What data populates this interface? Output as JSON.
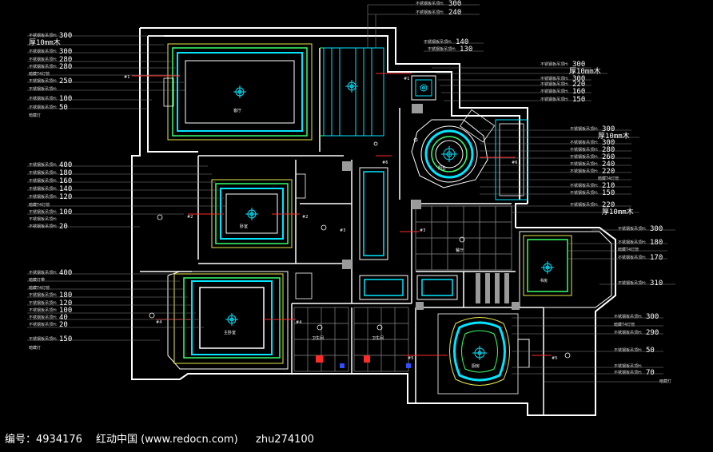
{
  "colors": {
    "background": "#000000",
    "wall": "#ffffff",
    "ceiling_cyan": "#00e5ff",
    "ceiling_green": "#39ff6a",
    "ceiling_yellow": "#e8e84a",
    "leader_red": "#ff2a2a",
    "grey_tile": "#9a9a9a",
    "leader_line": "#8a8a8a"
  },
  "icons": {
    "ceiling_lamp": "ornamental-ceiling-lamp-icon",
    "downlight": "downlight-marker-icon"
  },
  "left_top_group": [
    {
      "code": "不锈钢板吊顶H:",
      "value": "300"
    },
    {
      "code": "厚10mm木",
      "value": ""
    },
    {
      "code": "不锈钢板吊顶H:",
      "value": "300"
    },
    {
      "code": "不锈钢板吊顶H:",
      "value": "280"
    },
    {
      "code": "不锈钢板吊顶H:",
      "value": "280"
    },
    {
      "code": "暗藏T4灯管",
      "value": ""
    },
    {
      "code": "不锈钢板吊顶H:",
      "value": "250"
    },
    {
      "code": "不锈钢板吊顶H:",
      "value": ""
    },
    {
      "code": "不锈钢板吊顶H:",
      "value": "100"
    },
    {
      "code": "不锈钢板吊顶H:",
      "value": "50"
    },
    {
      "code": "暗藏灯",
      "value": ""
    }
  ],
  "left_mid_group": [
    {
      "code": "不锈钢板吊顶H:",
      "value": "400"
    },
    {
      "code": "不锈钢板吊顶H:",
      "value": "180"
    },
    {
      "code": "不锈钢板吊顶H:",
      "value": "160"
    },
    {
      "code": "不锈钢板吊顶H:",
      "value": "140"
    },
    {
      "code": "不锈钢板吊顶H:",
      "value": "120"
    },
    {
      "code": "暗藏T4灯管",
      "value": ""
    },
    {
      "code": "不锈钢板吊顶H:",
      "value": "100"
    },
    {
      "code": "不锈钢板吊顶H:",
      "value": ""
    },
    {
      "code": "不锈钢板吊顶H:",
      "value": "20"
    }
  ],
  "left_bottom_group": [
    {
      "code": "不锈钢板吊顶H:",
      "value": "400"
    },
    {
      "code": "暗藏灯带",
      "value": ""
    },
    {
      "code": "暗藏T4灯管",
      "value": ""
    },
    {
      "code": "不锈钢板吊顶H:",
      "value": "180"
    },
    {
      "code": "不锈钢板吊顶H:",
      "value": "120"
    },
    {
      "code": "不锈钢板吊顶H:",
      "value": "100"
    },
    {
      "code": "不锈钢板吊顶H:",
      "value": "40"
    },
    {
      "code": "不锈钢板吊顶H:",
      "value": "20"
    },
    {
      "code": "不锈钢板吊顶H:",
      "value": "150"
    },
    {
      "code": "暗藏灯",
      "value": ""
    }
  ],
  "top_center_group": [
    {
      "code": "不锈钢板吊顶H:",
      "value": "300"
    },
    {
      "code": "不锈钢板吊顶H:",
      "value": "240"
    }
  ],
  "top_mid_group": [
    {
      "code": "不锈钢板吊顶H:",
      "value": "140"
    },
    {
      "code": "不锈钢板吊顶H:",
      "value": "130"
    }
  ],
  "right_top_group": [
    {
      "code": "不锈钢板吊顶H:",
      "value": "300"
    },
    {
      "code": "厚10mm木",
      "value": ""
    },
    {
      "code": "不锈钢板吊顶H:",
      "value": "300"
    },
    {
      "code": "不锈钢板吊顶H:",
      "value": "220"
    },
    {
      "code": "不锈钢板吊顶H:",
      "value": "160"
    },
    {
      "code": "不锈钢板吊顶H:",
      "value": "150"
    }
  ],
  "right_mid_group": [
    {
      "code": "不锈钢板吊顶H:",
      "value": "300"
    },
    {
      "code": "厚10mm木",
      "value": ""
    },
    {
      "code": "不锈钢板吊顶H:",
      "value": "300"
    },
    {
      "code": "不锈钢板吊顶H:",
      "value": "280"
    },
    {
      "code": "不锈钢板吊顶H:",
      "value": "260"
    },
    {
      "code": "不锈钢板吊顶H:",
      "value": "240"
    },
    {
      "code": "不锈钢板吊顶H:",
      "value": "220"
    },
    {
      "code": "暗藏T4灯管",
      "value": ""
    },
    {
      "code": "不锈钢板吊顶H:",
      "value": "210"
    },
    {
      "code": "不锈钢板吊顶H:",
      "value": "150"
    },
    {
      "code": "不锈钢板吊顶H:",
      "value": "220"
    },
    {
      "code": "厚10mm木",
      "value": ""
    }
  ],
  "right_lower_group": [
    {
      "code": "不锈钢板吊顶H:",
      "value": "300"
    },
    {
      "code": "不锈钢板吊顶H:",
      "value": "180"
    },
    {
      "code": "暗藏T4灯管",
      "value": ""
    },
    {
      "code": "不锈钢板吊顶H:",
      "value": "170"
    },
    {
      "code": "不锈钢板吊顶H:",
      "value": "310"
    }
  ],
  "right_bottom_group": [
    {
      "code": "不锈钢板吊顶H:",
      "value": "300"
    },
    {
      "code": "暗藏T4灯管",
      "value": ""
    },
    {
      "code": "不锈钢板吊顶H:",
      "value": "290"
    },
    {
      "code": "不锈钢板吊顶H:",
      "value": "50"
    },
    {
      "code": "不锈钢板吊顶H:",
      "value": ""
    },
    {
      "code": "不锈钢板吊顶H:",
      "value": "70"
    },
    {
      "code": "暗藏灯",
      "value": ""
    }
  ],
  "room_labels": {
    "living": "客厅",
    "bedroom_mid": "卧室",
    "bedroom_bottom": "主卧室",
    "dining": "餐厅",
    "bath_a": "卫生间",
    "bath_b": "卫生间",
    "study": "书房",
    "balcony": "阳台",
    "kitchen": "厨房"
  },
  "section_marks": [
    "#1",
    "#2",
    "#3",
    "#4",
    "#5",
    "#6",
    "#1"
  ],
  "footer": {
    "id_text": "编号：4934176",
    "site_text": "红动中国 (www.redocn.com)",
    "user_text": "zhu274100"
  }
}
